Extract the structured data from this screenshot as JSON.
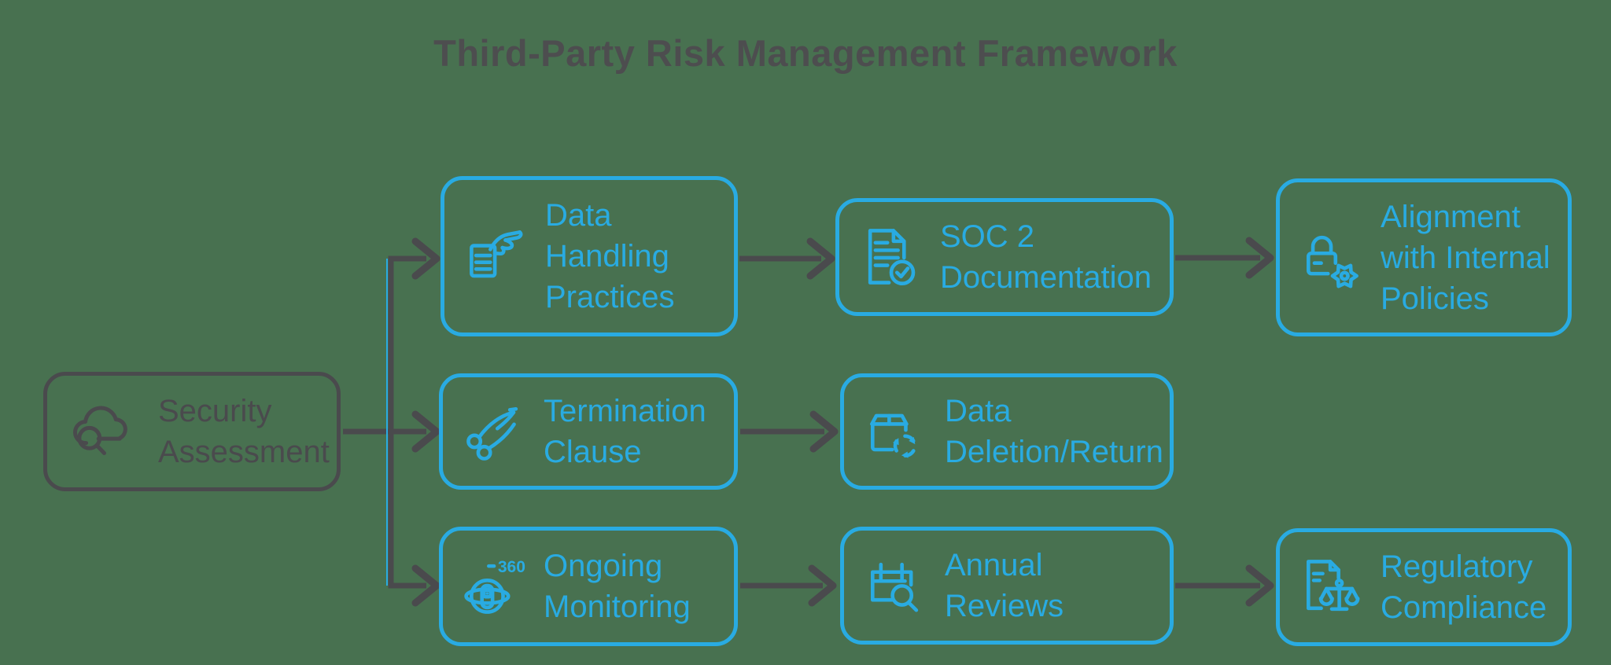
{
  "title": "Third-Party Risk Management Framework",
  "colors": {
    "accent_blue": "#29ABE2",
    "line_gray": "#4A4A4D",
    "background_green": "#487150"
  },
  "root": {
    "label": "Security Assessment",
    "lines": [
      "Security",
      "Assessment"
    ],
    "icon": "cloud-search-icon"
  },
  "rows": [
    {
      "nodes": [
        {
          "label": "Data Handling Practices",
          "lines": [
            "Data",
            "Handling",
            "Practices"
          ],
          "icon": "hand-document-icon"
        },
        {
          "label": "SOC 2 Documentation",
          "lines": [
            "SOC 2",
            "Documentation"
          ],
          "icon": "document-check-icon"
        },
        {
          "label": "Alignment with Internal Policies",
          "lines": [
            "Alignment",
            "with Internal",
            "Policies"
          ],
          "icon": "lock-gear-icon"
        }
      ]
    },
    {
      "nodes": [
        {
          "label": "Termination Clause",
          "lines": [
            "Termination",
            "Clause"
          ],
          "icon": "scissors-icon"
        },
        {
          "label": "Data Deletion/Return",
          "lines": [
            "Data",
            "Deletion/Return"
          ],
          "icon": "package-recycle-icon"
        }
      ]
    },
    {
      "nodes": [
        {
          "label": "Ongoing Monitoring",
          "lines": [
            "Ongoing",
            "Monitoring"
          ],
          "icon": "globe-360-icon",
          "badge": "360"
        },
        {
          "label": "Annual Reviews",
          "lines": [
            "Annual",
            "Reviews"
          ],
          "icon": "calendar-search-icon"
        },
        {
          "label": "Regulatory Compliance",
          "lines": [
            "Regulatory",
            "Compliance"
          ],
          "icon": "document-scales-icon"
        }
      ]
    }
  ]
}
